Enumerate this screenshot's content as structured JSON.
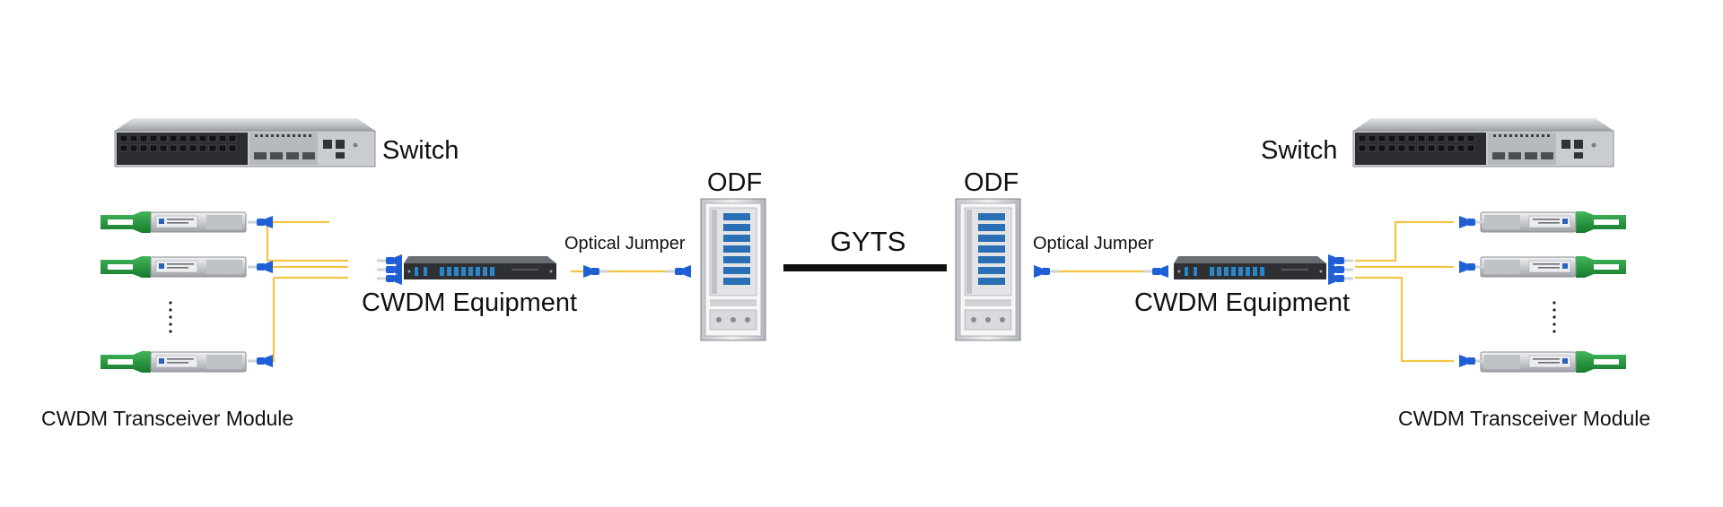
{
  "labels": {
    "switch_left": "Switch",
    "switch_right": "Switch",
    "odf_left": "ODF",
    "odf_right": "ODF",
    "trunk_cable": "GYTS",
    "jumper_left": "Optical Jumper",
    "jumper_right": "Optical Jumper",
    "cwdm_left": "CWDM Equipment",
    "cwdm_right": "CWDM Equipment",
    "module_left": "CWDM Transceiver Module",
    "module_right": "CWDM Transceiver Module"
  },
  "colors": {
    "fiber": "#f2c443",
    "connector": "#1f5fd6",
    "module_handle": "#1f9a3c",
    "trunk_cable": "#111111",
    "device_dark": "#2e3034",
    "adapter_blue": "#2b86c9"
  },
  "icons": {
    "switch": "network-switch-icon",
    "odf": "optical-distribution-frame-icon",
    "cwdm": "cwdm-mux-icon",
    "module": "sfp-transceiver-icon",
    "connector": "lc-connector-icon",
    "ellipsis": "vertical-ellipsis-icon"
  }
}
